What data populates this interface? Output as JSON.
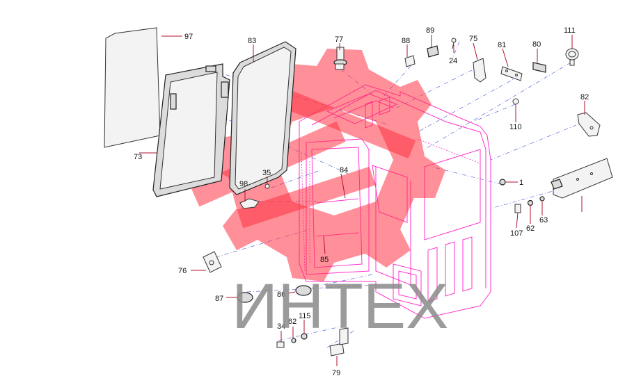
{
  "diagram": {
    "callouts": [
      "97",
      "83",
      "77",
      "88",
      "89",
      "75",
      "81",
      "80",
      "111",
      "24",
      "82",
      "110",
      "73",
      "84",
      "35",
      "98",
      "1",
      "107",
      "62",
      "63",
      "76",
      "85",
      "87",
      "86",
      "34",
      "62",
      "115",
      "79"
    ],
    "watermark": "ИНТЕХ",
    "colors": {
      "cab_outline": "#ff33cc",
      "leader": "#b3122e",
      "watermark_gear": "#ff3344",
      "watermark_text": "#8a8a8a",
      "dash_line": "#5566dd"
    }
  }
}
